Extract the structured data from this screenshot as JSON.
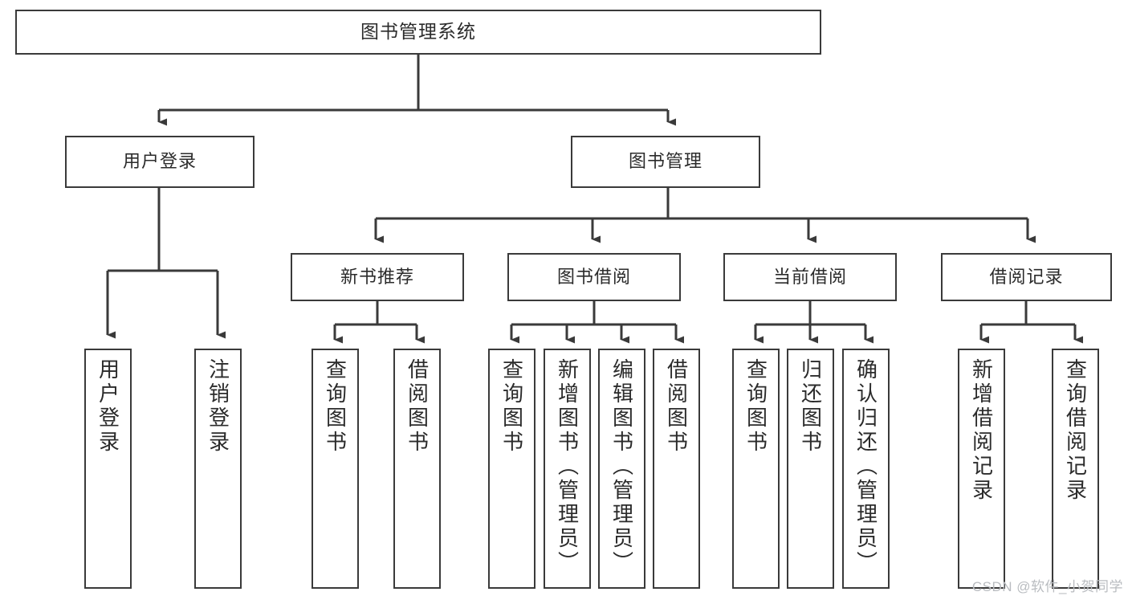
{
  "diagram": {
    "title": "图书管理系统",
    "type": "hierarchy-tree",
    "watermark": "CSDN @软件_小贺同学",
    "colors": {
      "border": "#3a3a3a",
      "background": "#ffffff",
      "text": "#2b2b2b",
      "link": "#3a3a3a",
      "watermark": "#b9bcc0"
    },
    "nodes": {
      "root": {
        "label": "图书管理系统",
        "level": 1
      },
      "level2": [
        {
          "id": "user-login",
          "label": "用户登录"
        },
        {
          "id": "book-manage",
          "label": "图书管理"
        }
      ],
      "level3": [
        {
          "id": "new-book-recommend",
          "label": "新书推荐"
        },
        {
          "id": "book-borrow",
          "label": "图书借阅"
        },
        {
          "id": "current-borrow",
          "label": "当前借阅"
        },
        {
          "id": "borrow-record",
          "label": "借阅记录"
        }
      ],
      "leaves": [
        {
          "id": "leaf-user-login",
          "label": "用户登录",
          "parent": "user-login"
        },
        {
          "id": "leaf-user-logout",
          "label": "注销登录",
          "parent": "user-login"
        },
        {
          "id": "leaf-query-book-1",
          "label": "查询图书",
          "parent": "new-book-recommend"
        },
        {
          "id": "leaf-borrow-book-1",
          "label": "借阅图书",
          "parent": "new-book-recommend"
        },
        {
          "id": "leaf-query-book-2",
          "label": "查询图书",
          "parent": "book-borrow"
        },
        {
          "id": "leaf-add-book",
          "label": "新增图书（管理员）",
          "parent": "book-borrow"
        },
        {
          "id": "leaf-edit-book",
          "label": "编辑图书（管理员）",
          "parent": "book-borrow"
        },
        {
          "id": "leaf-borrow-book-2",
          "label": "借阅图书",
          "parent": "book-borrow"
        },
        {
          "id": "leaf-query-book-3",
          "label": "查询图书",
          "parent": "current-borrow"
        },
        {
          "id": "leaf-return-book",
          "label": "归还图书",
          "parent": "current-borrow"
        },
        {
          "id": "leaf-confirm-return",
          "label": "确认归还（管理员）",
          "parent": "current-borrow"
        },
        {
          "id": "leaf-add-record",
          "label": "新增借阅记录",
          "parent": "borrow-record"
        },
        {
          "id": "leaf-query-record",
          "label": "查询借阅记录",
          "parent": "borrow-record"
        }
      ]
    }
  }
}
